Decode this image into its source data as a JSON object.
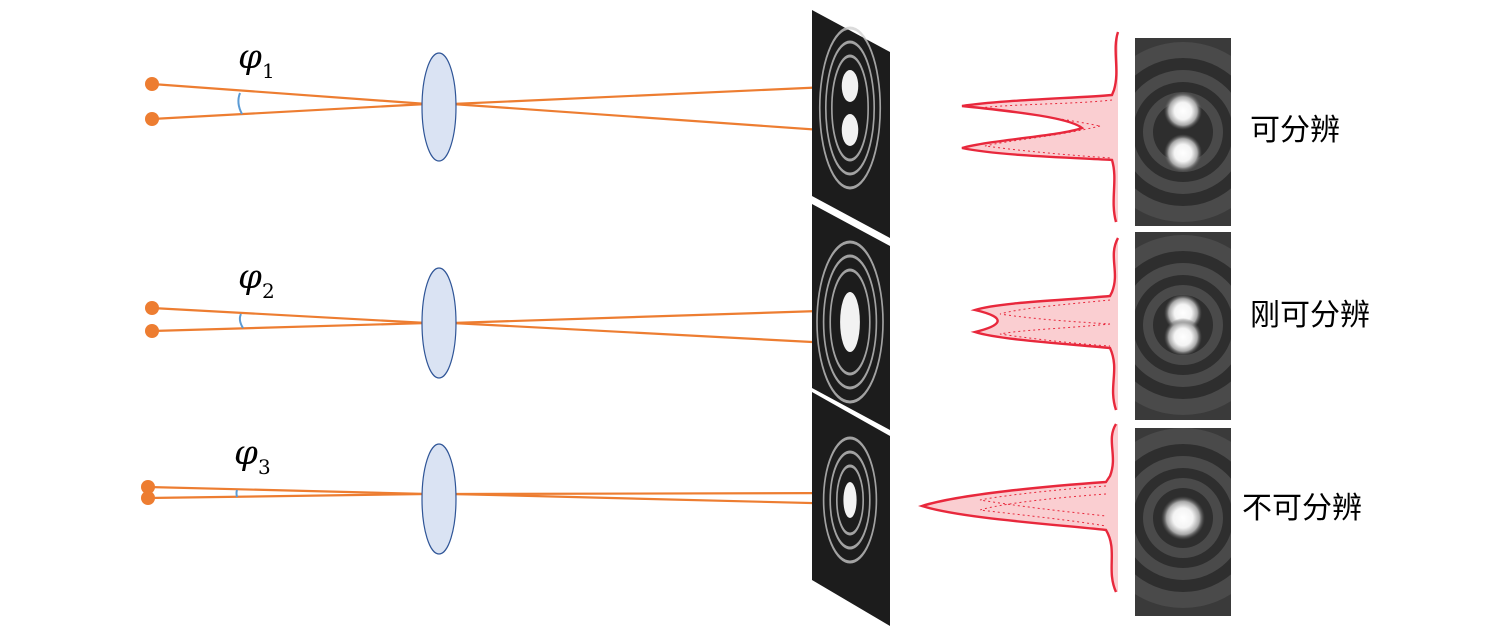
{
  "rows": [
    {
      "symbol": "φ",
      "subscript": "1",
      "label": "可分辨"
    },
    {
      "symbol": "φ",
      "subscript": "2",
      "label": "刚可分辨"
    },
    {
      "symbol": "φ",
      "subscript": "3",
      "label": "不可分辨"
    }
  ],
  "colors": {
    "ray": "#ed7d31",
    "source_point": "#ed7d31",
    "angle_arc": "#5b9bd5",
    "lens_fill": "#dae3f3",
    "lens_stroke": "#2f5597",
    "screen": "#1c1c1c",
    "profile_line": "#e8283c",
    "profile_fill": "#f9c5c9",
    "airy_background": "#3a3a3a"
  }
}
